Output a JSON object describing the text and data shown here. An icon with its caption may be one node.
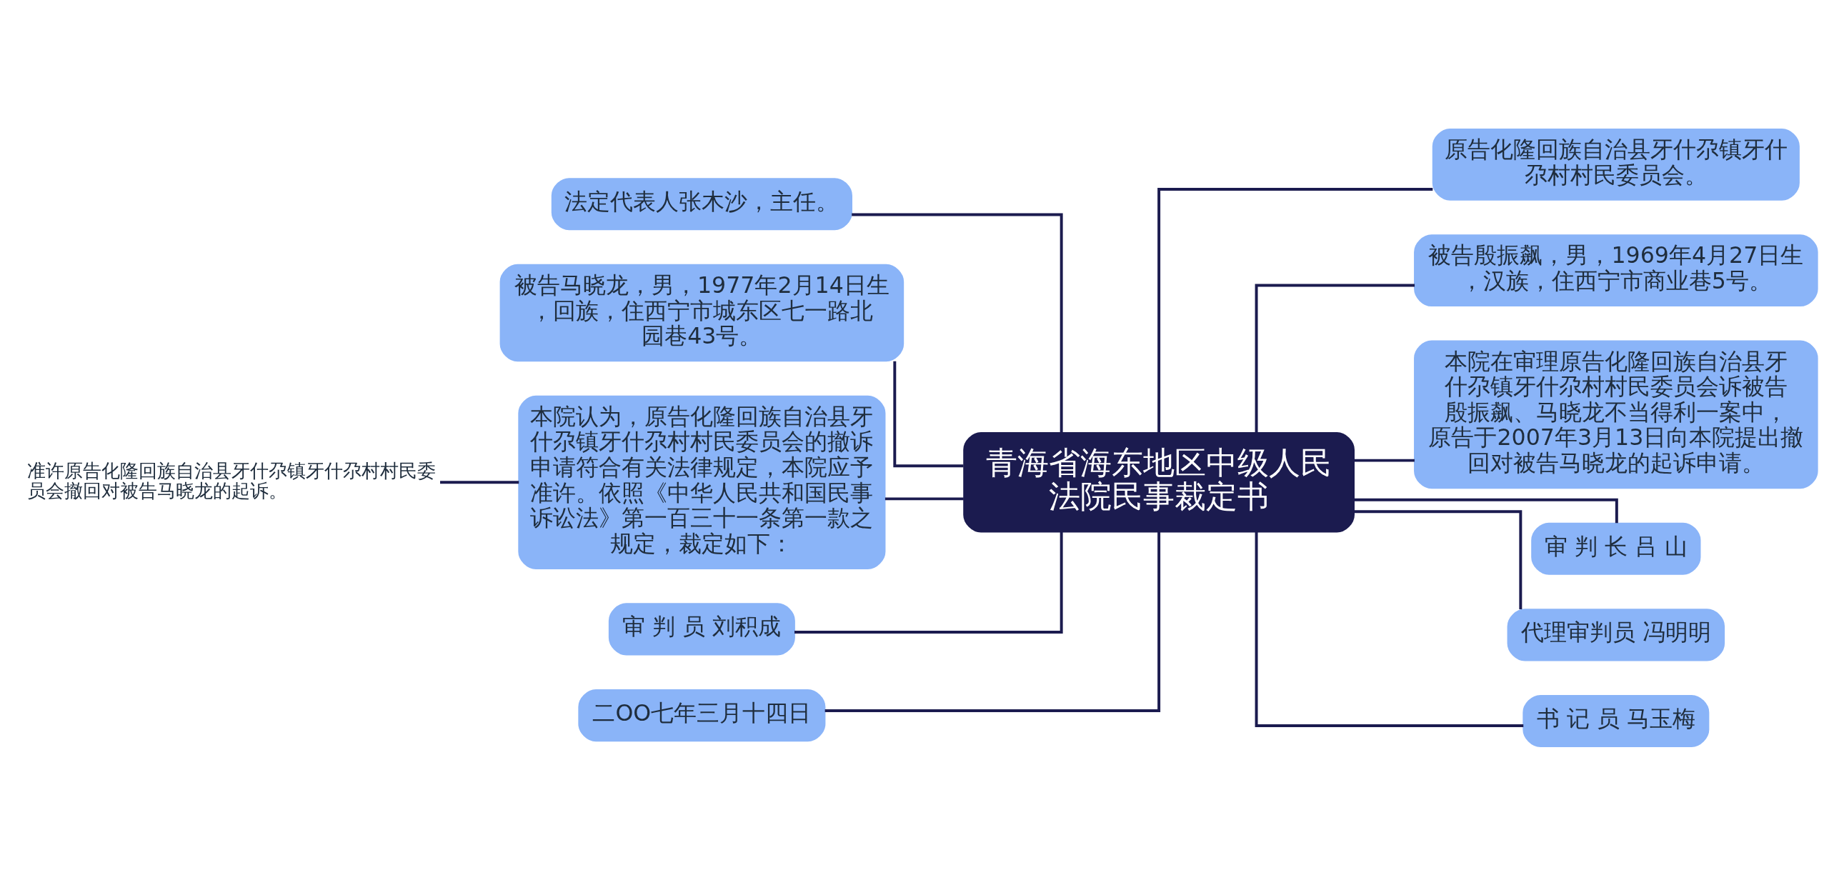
{
  "diagram": {
    "nodes": [
      {
        "text": [
          "青海省海东地区中级人民法院民事裁定书"
        ]
      },
      {
        "text": [
          "法定代表人张木沙，主任。"
        ]
      },
      {
        "text": [
          "被告马晓龙，男，1977年2月14日生，回族，住西宁市城东区七一路北园巷43号。"
        ]
      },
      {
        "text": [
          "本院认为，原告化隆回族自治县牙什尕镇牙什尕村村民委员会的撤诉申请符合有关法律规定，本院应予准许。依照《中华人民共和国民事诉讼法》第一百三十一条第一款之规定，裁定如下："
        ]
      },
      {
        "text": [
          "准许原告化隆回族自治县牙什尕镇牙什尕村村民委员会撤回对被告马晓龙的起诉。"
        ]
      },
      {
        "text": [
          "审 判 员 刘积成"
        ]
      },
      {
        "text": [
          "二OO七年三月十四日"
        ]
      },
      {
        "text": [
          "原告化隆回族自治县牙什尕镇牙什尕村村民委员会。"
        ]
      },
      {
        "text": [
          "被告殷振飙，男，1969年4月27日生，汉族，住西宁市商业巷5号。"
        ]
      },
      {
        "text": [
          "本院在审理原告化隆回族自治县牙什尕镇牙什尕村村民委员会诉被告殷振飙、马晓龙不当得利一案中，原告于2007年3月13日向本院提出撤回对被告马晓龙的起诉申请。"
        ]
      },
      {
        "text": [
          "审 判 长 吕 山"
        ]
      },
      {
        "text": [
          "代理审判员 冯明明"
        ]
      },
      {
        "text": [
          "书 记 员 马玉梅"
        ]
      }
    ],
    "edges": [
      {
        "from": 0,
        "to": 1,
        "arrow": "none"
      },
      {
        "from": 0,
        "to": 2,
        "arrow": "none"
      },
      {
        "from": 0,
        "to": 3,
        "arrow": "none"
      },
      {
        "from": 3,
        "to": 4,
        "arrow": "none"
      },
      {
        "from": 0,
        "to": 5,
        "arrow": "none"
      },
      {
        "from": 0,
        "to": 6,
        "arrow": "none"
      },
      {
        "from": 0,
        "to": 7,
        "arrow": "none"
      },
      {
        "from": 0,
        "to": 8,
        "arrow": "none"
      },
      {
        "from": 0,
        "to": 9,
        "arrow": "none"
      },
      {
        "from": 0,
        "to": 10,
        "arrow": "none"
      },
      {
        "from": 0,
        "to": 11,
        "arrow": "none"
      },
      {
        "from": 0,
        "to": 12,
        "arrow": "none"
      }
    ]
  }
}
